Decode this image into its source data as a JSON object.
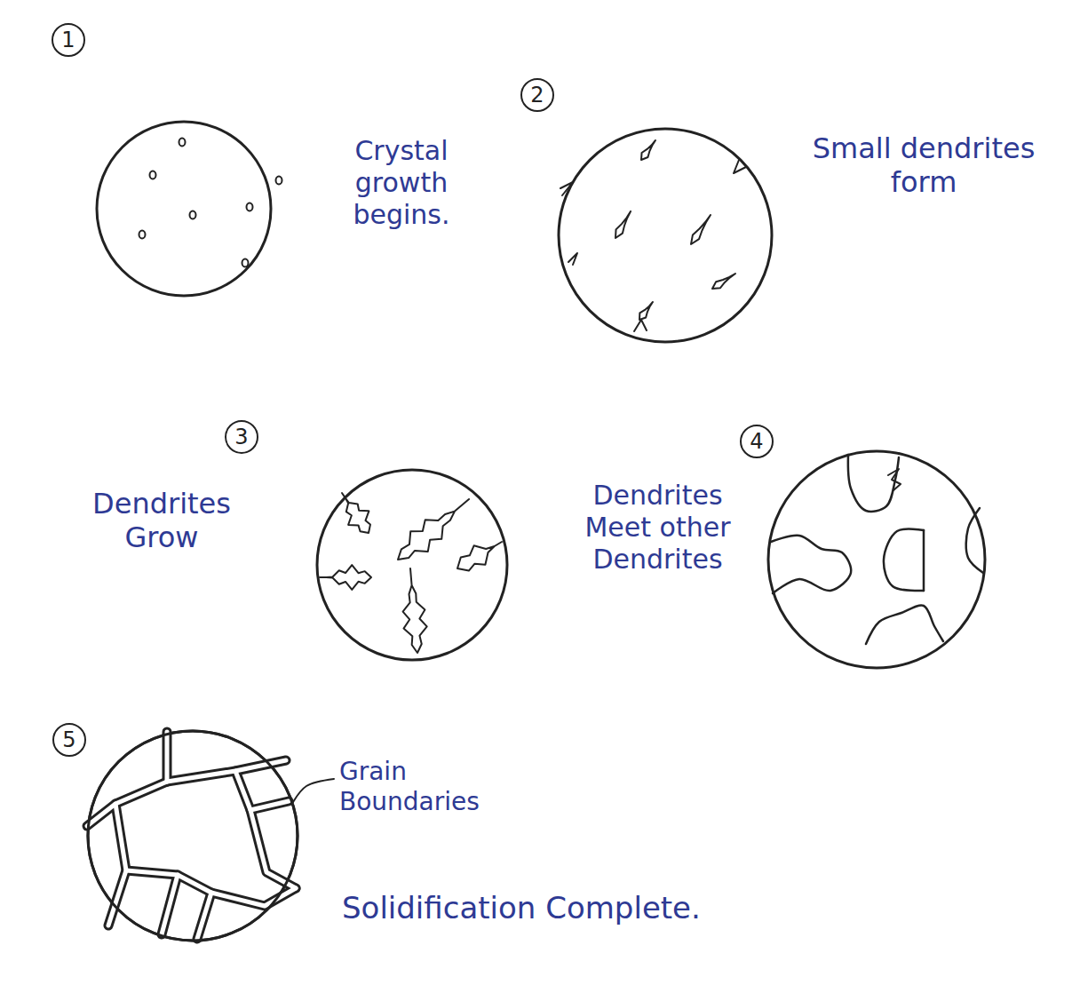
{
  "diagram": {
    "labels": [
      "1",
      "Crystal growth begins.",
      "2",
      "Small dendrites form",
      "3",
      "Dendrites Grow",
      "4",
      "Dendrites Meet other Dendrites",
      "5",
      "Grain Boundaries",
      "Solidification Complete."
    ]
  }
}
